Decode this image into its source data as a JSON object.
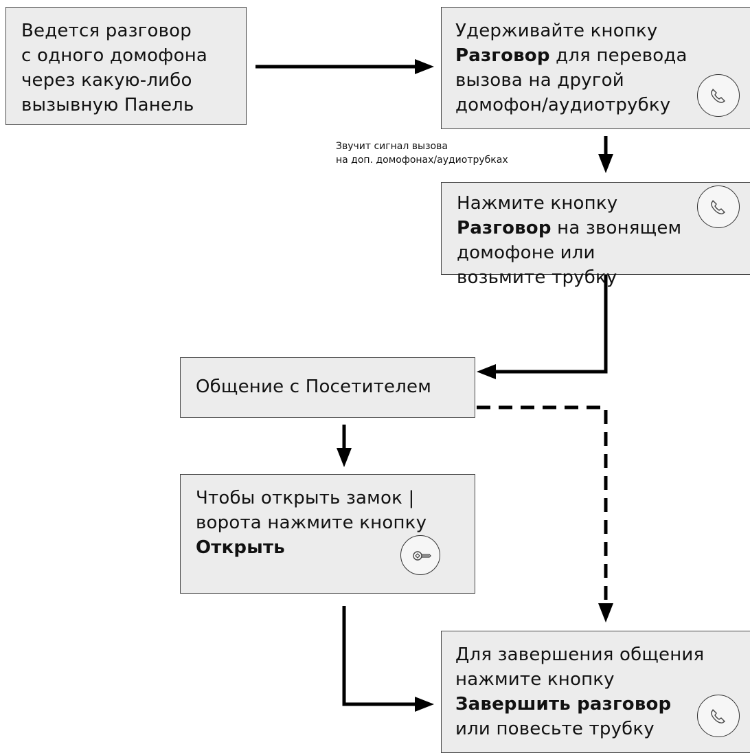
{
  "boxes": {
    "b1": {
      "lines": [
        "Ведется разговор",
        "с одного домофона",
        "через какую-либо",
        "вызывную Панель"
      ]
    },
    "b2": {
      "l1": "Удерживайте кнопку",
      "l2_bold": "Разговор",
      "l2_rest": " для перевода",
      "l3": "вызова на другой",
      "l4": "домофон/аудиотрубку"
    },
    "b3": {
      "l1": "Нажмите кнопку",
      "l2_bold": "Разговор",
      "l2_rest": " на звонящем",
      "l3": "домофоне или",
      "l4": "возьмите трубку"
    },
    "b4": {
      "l1": "Общение с Посетителем"
    },
    "b5": {
      "l1": "Чтобы открыть замок |",
      "l2": "ворота нажмите кнопку",
      "l3_bold": "Открыть"
    },
    "b6": {
      "l1": "Для завершения общения",
      "l2": "нажмите кнопку",
      "l3_bold": "Завершить разговор",
      "l4": "или повесьте трубку"
    }
  },
  "note": {
    "line1": "Звучит сигнал вызова",
    "line2": "на доп. домофонах/аудиотрубках"
  },
  "icons": {
    "call": "phone-handset-icon",
    "open": "key-icon"
  },
  "colors": {
    "box_fill": "#ececec",
    "border": "#444444",
    "arrow": "#000000"
  }
}
